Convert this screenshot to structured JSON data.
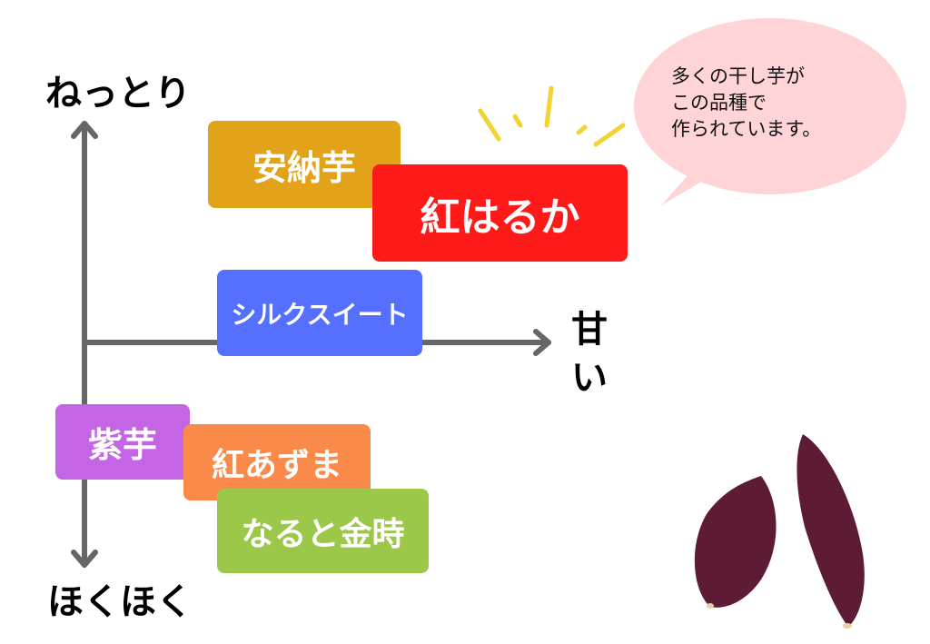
{
  "axes": {
    "top": "ねっとり",
    "bottom": "ほくほく",
    "right_line1": "甘",
    "right_line2": "い"
  },
  "varieties": {
    "annoimo": "安納芋",
    "beniharuka": "紅はるか",
    "silksweet": "シルクスイート",
    "murasakiimo": "紫芋",
    "beniazuma": "紅あずま",
    "narutokintoki": "なると金時"
  },
  "callout": {
    "line1": "多くの干し芋が",
    "line2": "この品種で",
    "line3": "作られています。"
  },
  "colors": {
    "annoimo": "#E2A31B",
    "beniharuka": "#FF1A1A",
    "silksweet": "#5570FF",
    "murasakiimo": "#C465E6",
    "beniazuma": "#FA8A4A",
    "narutokintoki": "#9CC84A",
    "bubble": "#FFD4D6",
    "axis": "#666666",
    "spark": "#F3D232",
    "potato": "#5E1B36"
  }
}
